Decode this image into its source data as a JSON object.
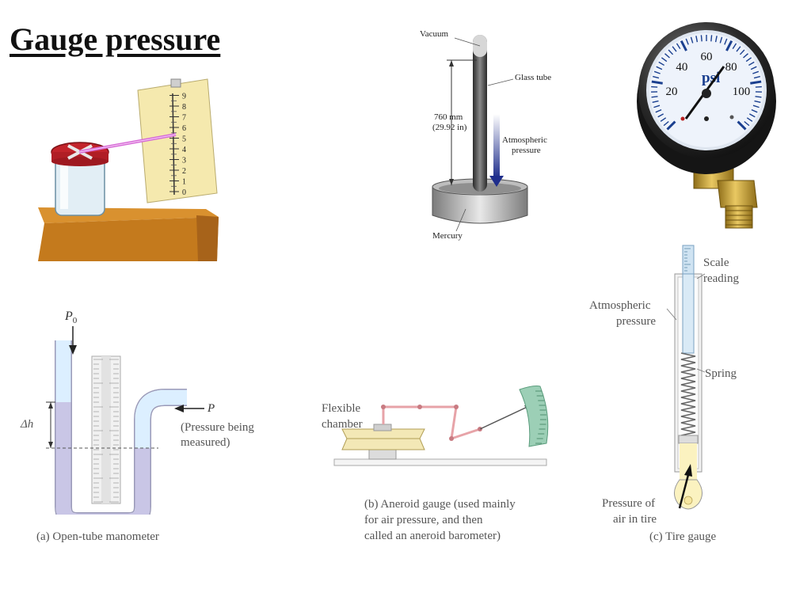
{
  "slide": {
    "title": "Gauge pressure"
  },
  "barometer": {
    "vacuum": "Vacuum",
    "glass_tube": "Glass tube",
    "height_mm": "760 mm",
    "height_in": "(29.92 in)",
    "atmospheric_1": "Atmospheric",
    "atmospheric_2": "pressure",
    "mercury": "Mercury"
  },
  "dial_gauge": {
    "unit": "psi",
    "ticks": [
      "20",
      "40",
      "60",
      "80",
      "100"
    ]
  },
  "manometer": {
    "p0": "P",
    "p0_sub": "0",
    "delta_h": "Δh",
    "p": "P",
    "pressure_1": "(Pressure being",
    "pressure_2": "measured)",
    "caption": "(a) Open-tube manometer"
  },
  "aneroid": {
    "flexible": "Flexible",
    "chamber": "chamber",
    "caption_1": "(b)  Aneroid gauge (used mainly",
    "caption_2": "for air pressure, and then",
    "caption_3": "called an aneroid barometer)"
  },
  "tire_gauge": {
    "scale_1": "Scale",
    "scale_2": "reading",
    "atm_1": "Atmospheric",
    "atm_2": "pressure",
    "spring": "Spring",
    "air_1": "Pressure of",
    "air_2": "air in tire",
    "caption": "(c) Tire gauge"
  },
  "ruler": {
    "ticks": [
      "0",
      "1",
      "2",
      "3",
      "4",
      "5",
      "6",
      "7",
      "8",
      "9"
    ]
  },
  "colors": {
    "mercury_fill": "#c9c6e6",
    "tube_fill": "#dcefff",
    "dial_face": "#eef3fb",
    "dial_accent": "#1a3f8f",
    "brass": "#c9a43d",
    "pink_link": "#e7a3a8",
    "green_scale": "#6fba96"
  }
}
